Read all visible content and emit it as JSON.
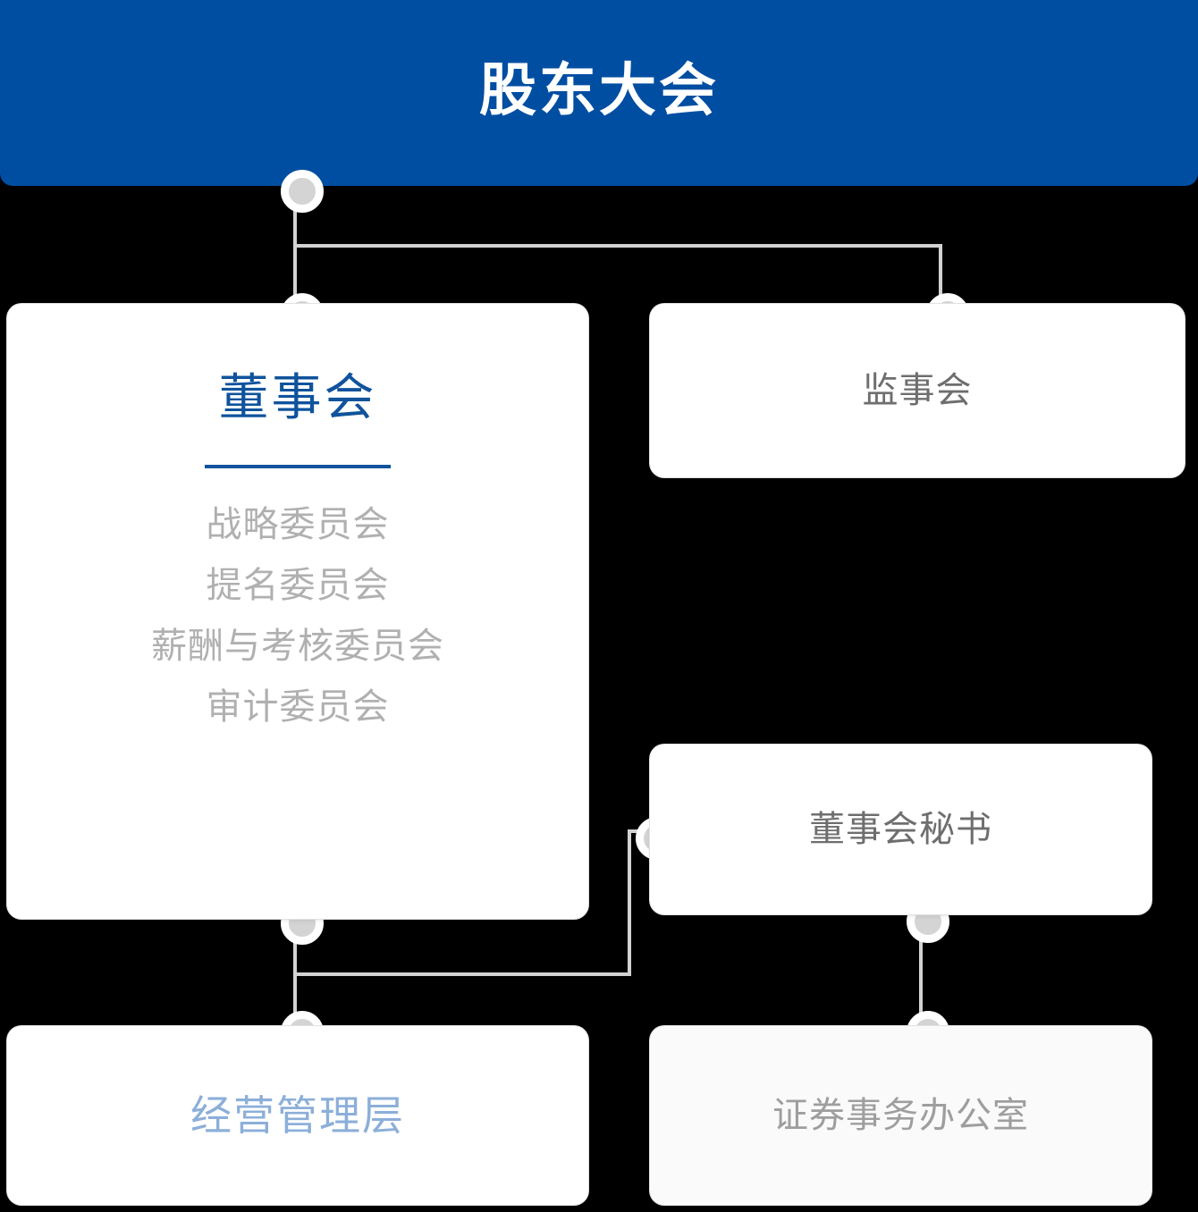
{
  "chart_title": "股东大会",
  "banner": {
    "label": "股东大会",
    "bg_color": "#004EA2",
    "text_color": "#FFFFFF"
  },
  "nodes": {
    "shareholders_meeting": {
      "label": "股东大会",
      "level": 1
    },
    "board_of_directors": {
      "label": "董事会",
      "title_color": "#0F539C",
      "committees": [
        "战略委员会",
        "提名委员会",
        "薪酬与考核委员会",
        "审计委员会"
      ]
    },
    "supervisory_board": {
      "label": "监事会",
      "text_color": "#6E6E6E"
    },
    "board_secretary": {
      "label": "董事会秘书",
      "text_color": "#6E6E6E"
    },
    "management": {
      "label": "经营管理层",
      "text_color": "#8CAFD9"
    },
    "securities_office": {
      "label": "证券事务办公室",
      "text_color": "#9E9E9E"
    }
  },
  "connectors": {
    "line_color": "#D2D2D2",
    "dot_color": "#D4D4D4",
    "edges": [
      "股东大会 → 董事会",
      "股东大会 → 监事会",
      "董事会 → 经营管理层",
      "董事会 → 董事会秘书",
      "董事会秘书 → 证券事务办公室"
    ]
  }
}
